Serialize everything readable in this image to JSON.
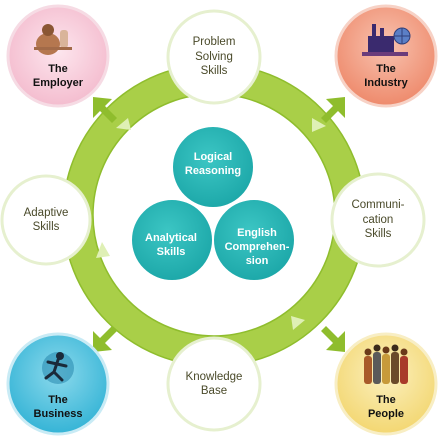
{
  "colors": {
    "ring": "#9fc83a",
    "ring_dark": "#7eae22",
    "core_circle": "#27b7b7",
    "employer": "#f7c9d7",
    "industry": "#f29c83",
    "business": "#4fc3df",
    "people": "#f6e38d",
    "skill_bubble": "#ffffff",
    "skill_border": "#e3efc7"
  },
  "skills": {
    "problem_solving": "Problem\nSolving\nSkills",
    "communication": "Communi-\ncation\nSkills",
    "knowledge_base": "Knowledge\nBase",
    "adaptive": "Adaptive\nSkills"
  },
  "core": {
    "logical": "Logical\nReasoning",
    "analytical": "Analytical\nSkills",
    "english": "English\nComprehen-\nsion"
  },
  "corners": {
    "employer": "The\nEmployer",
    "industry": "The\nIndustry",
    "business": "The\nBusiness",
    "people": "The\nPeople"
  },
  "icons": {
    "employer": "employer-photo-icon",
    "industry": "factory-globe-icon",
    "business": "running-figure-icon",
    "people": "group-of-people-icon"
  }
}
